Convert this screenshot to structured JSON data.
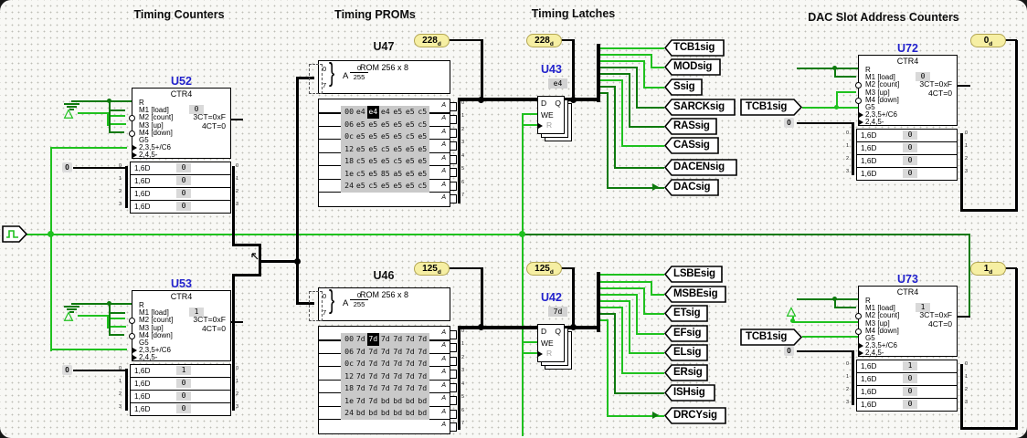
{
  "sections": {
    "timing_counters": "Timing Counters",
    "timing_proms": "Timing PROMs",
    "timing_latches": "Timing Latches",
    "dac_slot": "DAC Slot Address Counters"
  },
  "ctr": {
    "type": "CTR4",
    "pins": [
      "R",
      "M1 [load]",
      "M2 [count]",
      "M3 [up]",
      "M4 [down]",
      "G5",
      "2,3,5+/C6",
      "2,4,5-"
    ],
    "outputs": [
      "3CT=0xF",
      "4CT=0"
    ],
    "row_label": "1,6D"
  },
  "units": {
    "u52": {
      "ref": "U52",
      "value": "0",
      "rows": [
        "0",
        "0",
        "0",
        "0"
      ]
    },
    "u53": {
      "ref": "U53",
      "value": "1",
      "rows": [
        "1",
        "0",
        "0",
        "0"
      ]
    },
    "u72": {
      "ref": "U72",
      "value": "0",
      "rows": [
        "0",
        "0",
        "0",
        "0"
      ]
    },
    "u73": {
      "ref": "U73",
      "value": "1",
      "rows": [
        "1",
        "0",
        "0",
        "0"
      ]
    },
    "u43": {
      "ref": "U43",
      "value": "e4"
    },
    "u42": {
      "ref": "U42",
      "value": "7d"
    }
  },
  "latch_pins": {
    "d": "D",
    "q": "Q",
    "we": "WE",
    "r": "R"
  },
  "const_zero": "0",
  "roms": {
    "u47": {
      "ref": "U47",
      "title": "ROM 256 x 8",
      "addr_pins": [
        "0",
        "7"
      ],
      "addr_label": "A",
      "addr_min": "0",
      "addr_max": "255",
      "memory": [
        {
          "addr": "00",
          "values": [
            "e4",
            "e4",
            "e4",
            "e5",
            "e5",
            "c5"
          ]
        },
        {
          "addr": "06",
          "values": [
            "e5",
            "e5",
            "e5",
            "e5",
            "e5",
            "c5"
          ]
        },
        {
          "addr": "0c",
          "values": [
            "e5",
            "e5",
            "e5",
            "e5",
            "c5",
            "e5"
          ]
        },
        {
          "addr": "12",
          "values": [
            "e5",
            "e5",
            "c5",
            "e5",
            "e5",
            "e5"
          ]
        },
        {
          "addr": "18",
          "values": [
            "c5",
            "e5",
            "e5",
            "c5",
            "e5",
            "e5"
          ]
        },
        {
          "addr": "1e",
          "values": [
            "c5",
            "e5",
            "85",
            "a5",
            "e5",
            "e5"
          ]
        },
        {
          "addr": "24",
          "values": [
            "e5",
            "c5",
            "e5",
            "e5",
            "e5",
            "c5"
          ]
        }
      ],
      "highlight": {
        "row": 0,
        "col": 1
      }
    },
    "u46": {
      "ref": "U46",
      "title": "ROM 256 x 8",
      "addr_pins": [
        "0",
        "7"
      ],
      "addr_label": "A",
      "addr_min": "0",
      "addr_max": "255",
      "memory": [
        {
          "addr": "00",
          "values": [
            "7d",
            "7d",
            "7d",
            "7d",
            "7d",
            "7d"
          ]
        },
        {
          "addr": "06",
          "values": [
            "7d",
            "7d",
            "7d",
            "7d",
            "7d",
            "7d"
          ]
        },
        {
          "addr": "0c",
          "values": [
            "7d",
            "7d",
            "7d",
            "7d",
            "7d",
            "7d"
          ]
        },
        {
          "addr": "12",
          "values": [
            "7d",
            "7d",
            "7d",
            "7d",
            "7d",
            "7d"
          ]
        },
        {
          "addr": "18",
          "values": [
            "7d",
            "7d",
            "7d",
            "7d",
            "7d",
            "7d"
          ]
        },
        {
          "addr": "1e",
          "values": [
            "7d",
            "7d",
            "bd",
            "bd",
            "bd",
            "bd"
          ]
        },
        {
          "addr": "24",
          "values": [
            "bd",
            "bd",
            "bd",
            "bd",
            "bd",
            "bd"
          ]
        }
      ],
      "highlight": {
        "row": 0,
        "col": 1
      }
    }
  },
  "probes": {
    "u47": {
      "value": "228",
      "base": "d"
    },
    "u43": {
      "value": "228",
      "base": "d"
    },
    "u46": {
      "value": "125",
      "base": "d"
    },
    "u42": {
      "value": "125",
      "base": "d"
    },
    "u72": {
      "value": "0",
      "base": "d"
    },
    "u73": {
      "value": "1",
      "base": "d"
    }
  },
  "signals": {
    "top": [
      {
        "label": "TCB1sig",
        "state": "high"
      },
      {
        "label": "MODsig",
        "state": "high"
      },
      {
        "label": "Ssig",
        "state": "high"
      },
      {
        "label": "SARCKsig",
        "state": "low"
      },
      {
        "label": "RASsig",
        "state": "low"
      },
      {
        "label": "CASsig",
        "state": "high"
      },
      {
        "label": "DACENsig",
        "state": "low"
      },
      {
        "label": "DACsig",
        "state": "low"
      }
    ],
    "bottom": [
      {
        "label": "LSBEsig",
        "state": "high"
      },
      {
        "label": "MSBEsig",
        "state": "high"
      },
      {
        "label": "ETsig",
        "state": "high"
      },
      {
        "label": "EFsig",
        "state": "high"
      },
      {
        "label": "ELsig",
        "state": "high"
      },
      {
        "label": "ERsig",
        "state": "high"
      },
      {
        "label": "ISHsig",
        "state": "low"
      },
      {
        "label": "DRCYsig",
        "state": "high"
      }
    ],
    "input_tcb1": "TCB1sig"
  },
  "meta": {
    "bit_digits": [
      "0",
      "1",
      "2",
      "3"
    ],
    "byte_digits": [
      "0",
      "1",
      "2",
      "3",
      "4",
      "5",
      "6",
      "7"
    ],
    "a_col": [
      "A",
      "A",
      "A",
      "A",
      "A",
      "A",
      "A",
      "A"
    ]
  },
  "colors": {
    "wire_high": "#1fc11f",
    "wire_low": "#0e7a0e",
    "bus": "#000000",
    "probe_fill": "#f6efa3",
    "ref_blue": "#2222cc",
    "mem_bg": "#c9c9c9",
    "value_bg": "#d9d9d9"
  }
}
